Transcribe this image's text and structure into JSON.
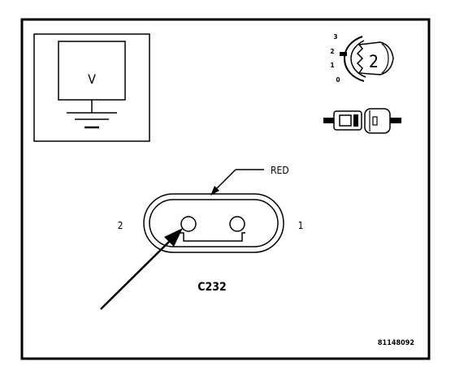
{
  "meter": {
    "symbol": "V"
  },
  "key_selector": {
    "positions": [
      "3",
      "2",
      "1",
      "0"
    ],
    "selected": "2"
  },
  "connector": {
    "wire_color": "RED",
    "pin_left": "2",
    "pin_right": "1",
    "name": "C232"
  },
  "figure_id": "81148092"
}
